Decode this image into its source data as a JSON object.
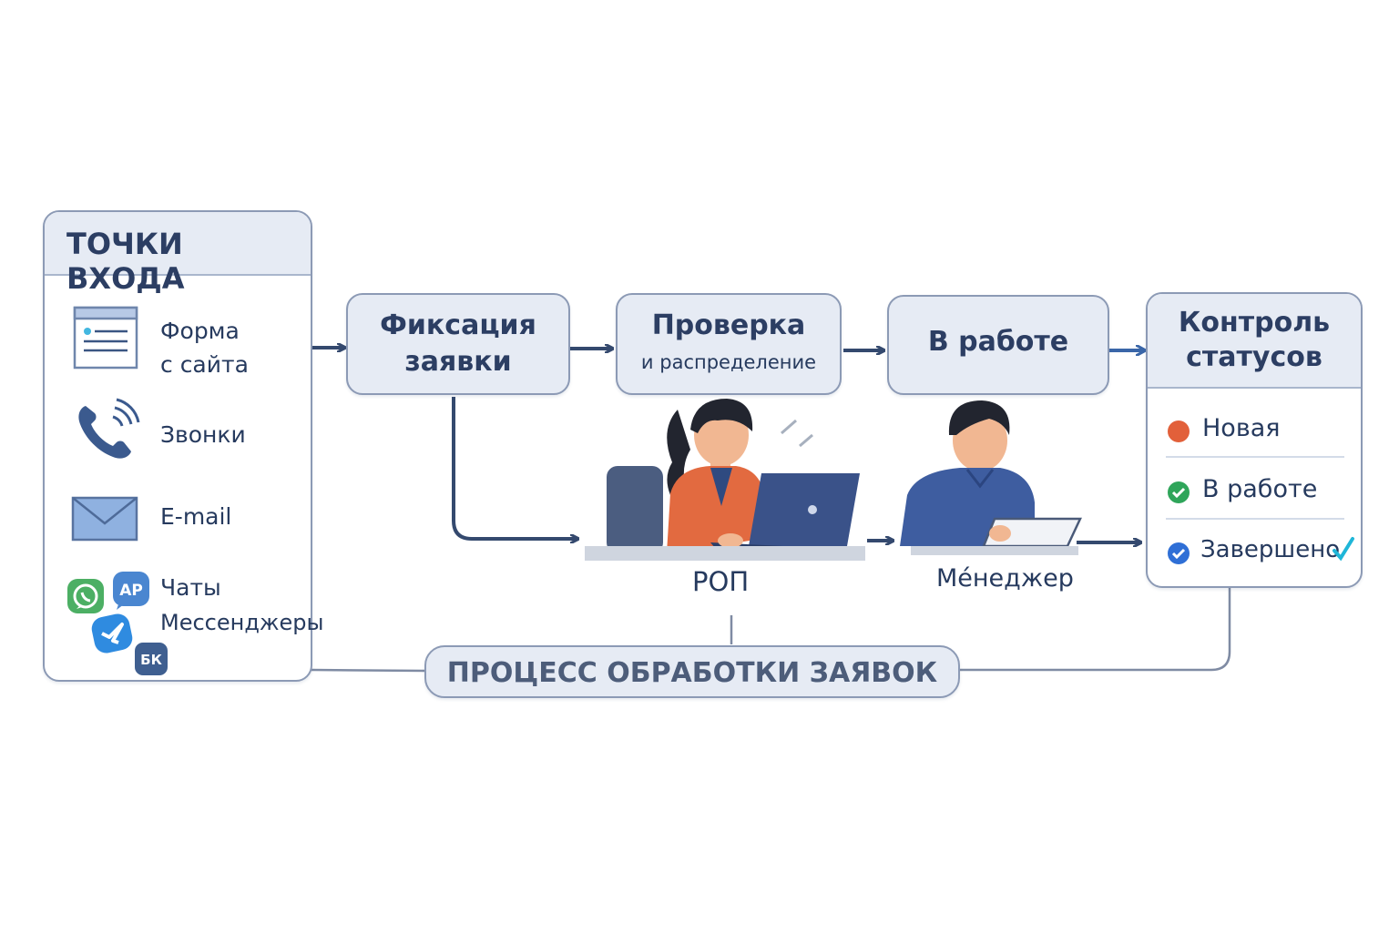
{
  "entry_points": {
    "title": "ТОЧКИ ВХОДА",
    "items": [
      {
        "label": "Форма с сайта",
        "icon": "web-form-icon"
      },
      {
        "label": "Звонки",
        "icon": "phone-icon"
      },
      {
        "label": "E-mail",
        "icon": "email-icon"
      },
      {
        "label": "Чаты Мессенджеры",
        "icon": "messengers-icon"
      }
    ],
    "form_line1": "Форма",
    "form_line2": "с сайта",
    "calls": "Звонки",
    "email": "E-mail",
    "chats_line1": "Чаты",
    "chats_line2": "Мессенджеры",
    "badge_ap": "AP",
    "badge_vk": "БК"
  },
  "stages": {
    "fixation_line1": "Фиксация",
    "fixation_line2": "заявки",
    "check_line1": "Проверка",
    "check_line2": "и распределение",
    "in_work": "В работе",
    "control_line1": "Контроль",
    "control_line2": "статусов"
  },
  "statuses": [
    {
      "label": "Новая",
      "color": "#e2603a",
      "icon": "orange-dot-icon"
    },
    {
      "label": "В работе",
      "color": "#2fa55a",
      "icon": "green-check-icon"
    },
    {
      "label": "Завершено",
      "color": "#2f6fd6",
      "icon": "blue-check-icon"
    }
  ],
  "roles": {
    "rop": "РОП",
    "manager": "Ме́неджер"
  },
  "process": {
    "title": "ПРОЦЕСС ОБРАБОТКИ ЗАЯВОК"
  },
  "colors": {
    "box_fill": "#e6ebf4",
    "box_border": "#8c9ab5",
    "arrow": "#34496e",
    "text": "#2c3e63"
  }
}
